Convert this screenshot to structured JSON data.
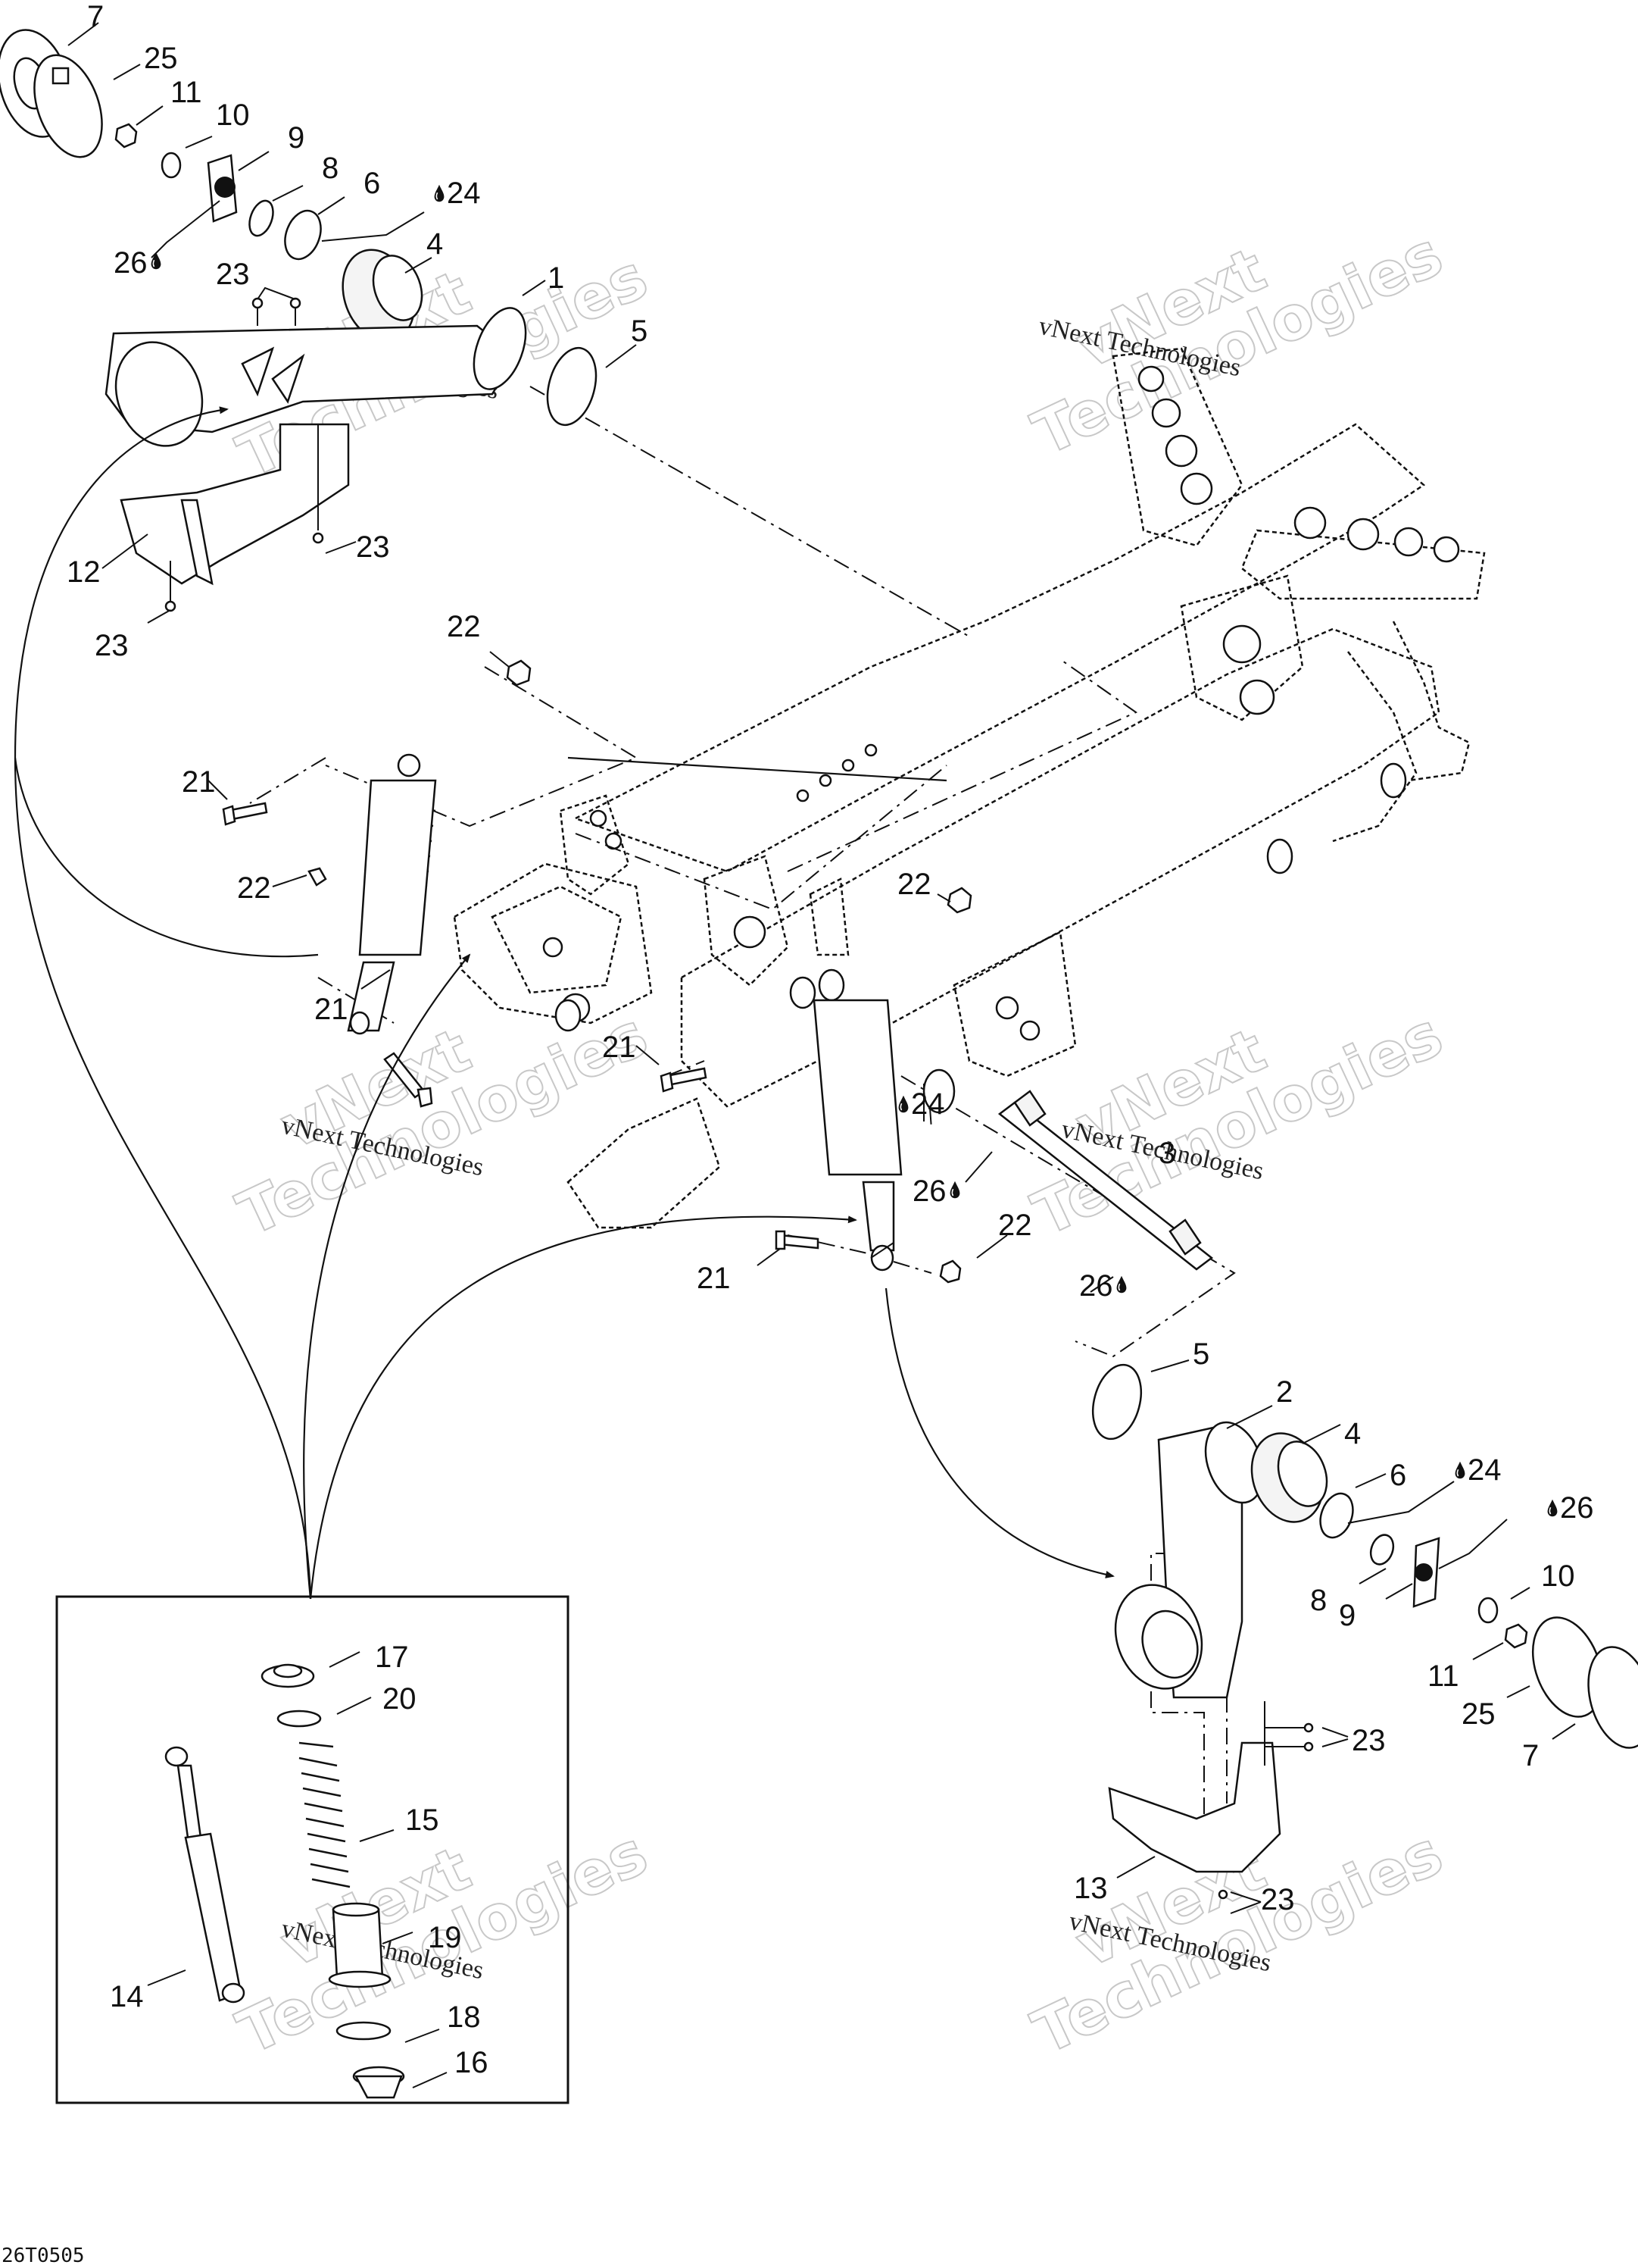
{
  "diagram": {
    "reference_code": "26T0505",
    "watermark_serif": "vNext Technologies",
    "watermark_outline_line1": "vNext",
    "watermark_outline_line2": "Technologies",
    "lubricant_symbol": "drop-icon",
    "callouts": [
      {
        "id": "c7a",
        "text": "7"
      },
      {
        "id": "c25a",
        "text": "25"
      },
      {
        "id": "c11a",
        "text": "11"
      },
      {
        "id": "c10a",
        "text": "10"
      },
      {
        "id": "c9a",
        "text": "9"
      },
      {
        "id": "c8a",
        "text": "8"
      },
      {
        "id": "c6a",
        "text": "6"
      },
      {
        "id": "c24a",
        "text": "24"
      },
      {
        "id": "c26a",
        "text": "26"
      },
      {
        "id": "c4a",
        "text": "4"
      },
      {
        "id": "c1",
        "text": "1"
      },
      {
        "id": "c23a",
        "text": "23"
      },
      {
        "id": "c5a",
        "text": "5"
      },
      {
        "id": "c12",
        "text": "12"
      },
      {
        "id": "c23b",
        "text": "23"
      },
      {
        "id": "c23c",
        "text": "23"
      },
      {
        "id": "c22a",
        "text": "22"
      },
      {
        "id": "c21a",
        "text": "21"
      },
      {
        "id": "c22b",
        "text": "22"
      },
      {
        "id": "c21b",
        "text": "21"
      },
      {
        "id": "c22c",
        "text": "22"
      },
      {
        "id": "c21c",
        "text": "21"
      },
      {
        "id": "c24b",
        "text": "24"
      },
      {
        "id": "c26b",
        "text": "26"
      },
      {
        "id": "c3",
        "text": "3"
      },
      {
        "id": "c21d",
        "text": "21"
      },
      {
        "id": "c22d",
        "text": "22"
      },
      {
        "id": "c26c",
        "text": "26"
      },
      {
        "id": "c5b",
        "text": "5"
      },
      {
        "id": "c2",
        "text": "2"
      },
      {
        "id": "c4b",
        "text": "4"
      },
      {
        "id": "c6b",
        "text": "6"
      },
      {
        "id": "c24c",
        "text": "24"
      },
      {
        "id": "c26d",
        "text": "26"
      },
      {
        "id": "c10b",
        "text": "10"
      },
      {
        "id": "c8b",
        "text": "8"
      },
      {
        "id": "c9b",
        "text": "9"
      },
      {
        "id": "c11b",
        "text": "11"
      },
      {
        "id": "c25b",
        "text": "25"
      },
      {
        "id": "c7b",
        "text": "7"
      },
      {
        "id": "c23d",
        "text": "23"
      },
      {
        "id": "c13",
        "text": "13"
      },
      {
        "id": "c23e",
        "text": "23"
      },
      {
        "id": "c17",
        "text": "17"
      },
      {
        "id": "c20",
        "text": "20"
      },
      {
        "id": "c15",
        "text": "15"
      },
      {
        "id": "c14",
        "text": "14"
      },
      {
        "id": "c19",
        "text": "19"
      },
      {
        "id": "c18",
        "text": "18"
      },
      {
        "id": "c16",
        "text": "16"
      }
    ]
  }
}
